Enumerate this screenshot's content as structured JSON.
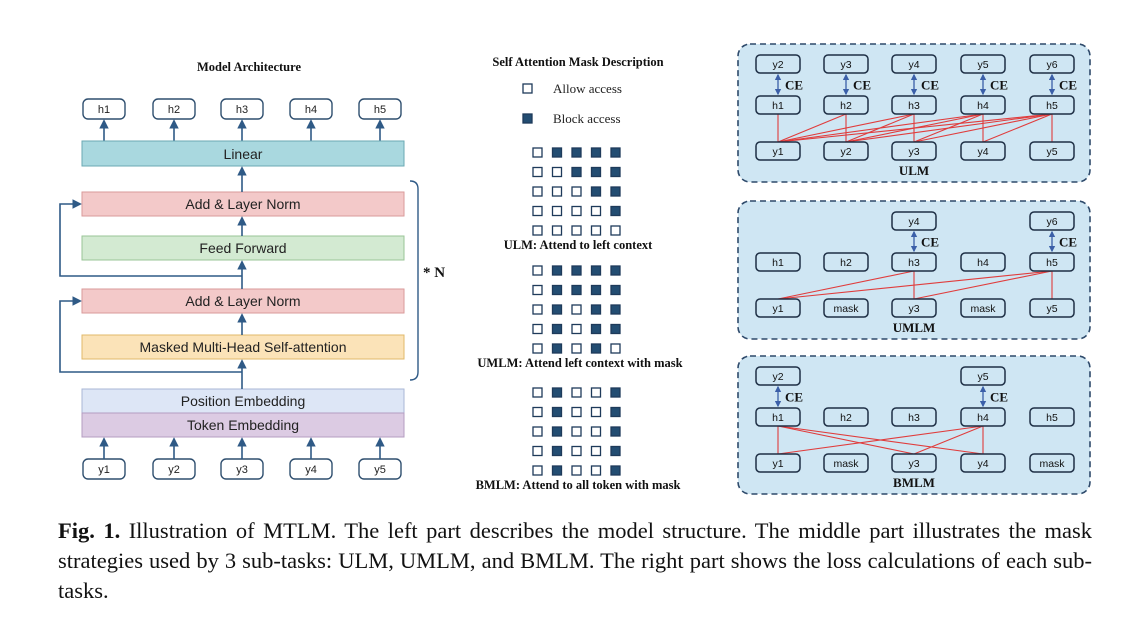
{
  "architecture": {
    "title": "Model Architecture",
    "outputs": [
      "h1",
      "h2",
      "h3",
      "h4",
      "h5"
    ],
    "inputs": [
      "y1",
      "y2",
      "y3",
      "y4",
      "y5"
    ],
    "linear": "Linear",
    "add_norm_top": "Add & Layer Norm",
    "feed_forward": "Feed Forward",
    "add_norm_bottom": "Add & Layer Norm",
    "masked_attention": "Masked Multi-Head Self-attention",
    "position_embedding": "Position Embedding",
    "token_embedding": "Token Embedding",
    "repeat_label": "* N"
  },
  "masks": {
    "title": "Self Attention Mask Description",
    "legend_allow": "Allow access",
    "legend_block": "Block access",
    "matrices": [
      {
        "caption": "ULM: Attend to left context",
        "grid": [
          [
            0,
            1,
            1,
            1,
            1
          ],
          [
            0,
            0,
            1,
            1,
            1
          ],
          [
            0,
            0,
            0,
            1,
            1
          ],
          [
            0,
            0,
            0,
            0,
            1
          ],
          [
            0,
            0,
            0,
            0,
            0
          ]
        ]
      },
      {
        "caption": "UMLM: Attend left context with mask",
        "grid": [
          [
            0,
            1,
            1,
            1,
            1
          ],
          [
            0,
            1,
            1,
            1,
            1
          ],
          [
            0,
            1,
            0,
            1,
            1
          ],
          [
            0,
            1,
            0,
            1,
            1
          ],
          [
            0,
            1,
            0,
            1,
            0
          ]
        ]
      },
      {
        "caption": "BMLM: Attend to all token with mask",
        "grid": [
          [
            0,
            1,
            0,
            0,
            1
          ],
          [
            0,
            1,
            0,
            0,
            1
          ],
          [
            0,
            1,
            0,
            0,
            1
          ],
          [
            0,
            1,
            0,
            0,
            1
          ],
          [
            0,
            1,
            0,
            0,
            1
          ]
        ]
      }
    ]
  },
  "losses": {
    "panel_fill": "#cfe6f3",
    "line_color": "#e03c3c",
    "ce_label": "CE",
    "panels": [
      {
        "label": "ULM",
        "targets": [
          "y2",
          "y3",
          "y4",
          "y5",
          "y6"
        ],
        "target_slots": [
          0,
          1,
          2,
          3,
          4
        ],
        "hidden": [
          "h1",
          "h2",
          "h3",
          "h4",
          "h5"
        ],
        "inputs": [
          "y1",
          "y2",
          "y3",
          "y4",
          "y5"
        ],
        "links": [
          [
            0,
            0
          ],
          [
            1,
            0
          ],
          [
            1,
            1
          ],
          [
            2,
            0
          ],
          [
            2,
            1
          ],
          [
            2,
            2
          ],
          [
            3,
            0
          ],
          [
            3,
            1
          ],
          [
            3,
            2
          ],
          [
            3,
            3
          ],
          [
            4,
            0
          ],
          [
            4,
            1
          ],
          [
            4,
            2
          ],
          [
            4,
            3
          ],
          [
            4,
            4
          ]
        ]
      },
      {
        "label": "UMLM",
        "targets": [
          "y4",
          "y6"
        ],
        "target_slots": [
          2,
          4
        ],
        "hidden": [
          "h1",
          "h2",
          "h3",
          "h4",
          "h5"
        ],
        "inputs": [
          "y1",
          "mask",
          "y3",
          "mask",
          "y5"
        ],
        "links": [
          [
            2,
            0
          ],
          [
            2,
            2
          ],
          [
            4,
            0
          ],
          [
            4,
            2
          ],
          [
            4,
            4
          ]
        ]
      },
      {
        "label": "BMLM",
        "targets": [
          "y2",
          "y5"
        ],
        "target_slots": [
          0,
          3
        ],
        "hidden": [
          "h1",
          "h2",
          "h3",
          "h4",
          "h5"
        ],
        "inputs": [
          "y1",
          "mask",
          "y3",
          "y4",
          "mask"
        ],
        "links": [
          [
            0,
            0
          ],
          [
            0,
            2
          ],
          [
            0,
            3
          ],
          [
            3,
            0
          ],
          [
            3,
            2
          ],
          [
            3,
            3
          ]
        ]
      }
    ]
  },
  "caption": {
    "label": "Fig. 1.",
    "text": "Illustration of MTLM. The left part describes the model structure. The middle part illustrates the mask strategies used by 3 sub-tasks: ULM, UMLM, and BMLM. The right part shows the loss calculations of each sub-tasks."
  }
}
